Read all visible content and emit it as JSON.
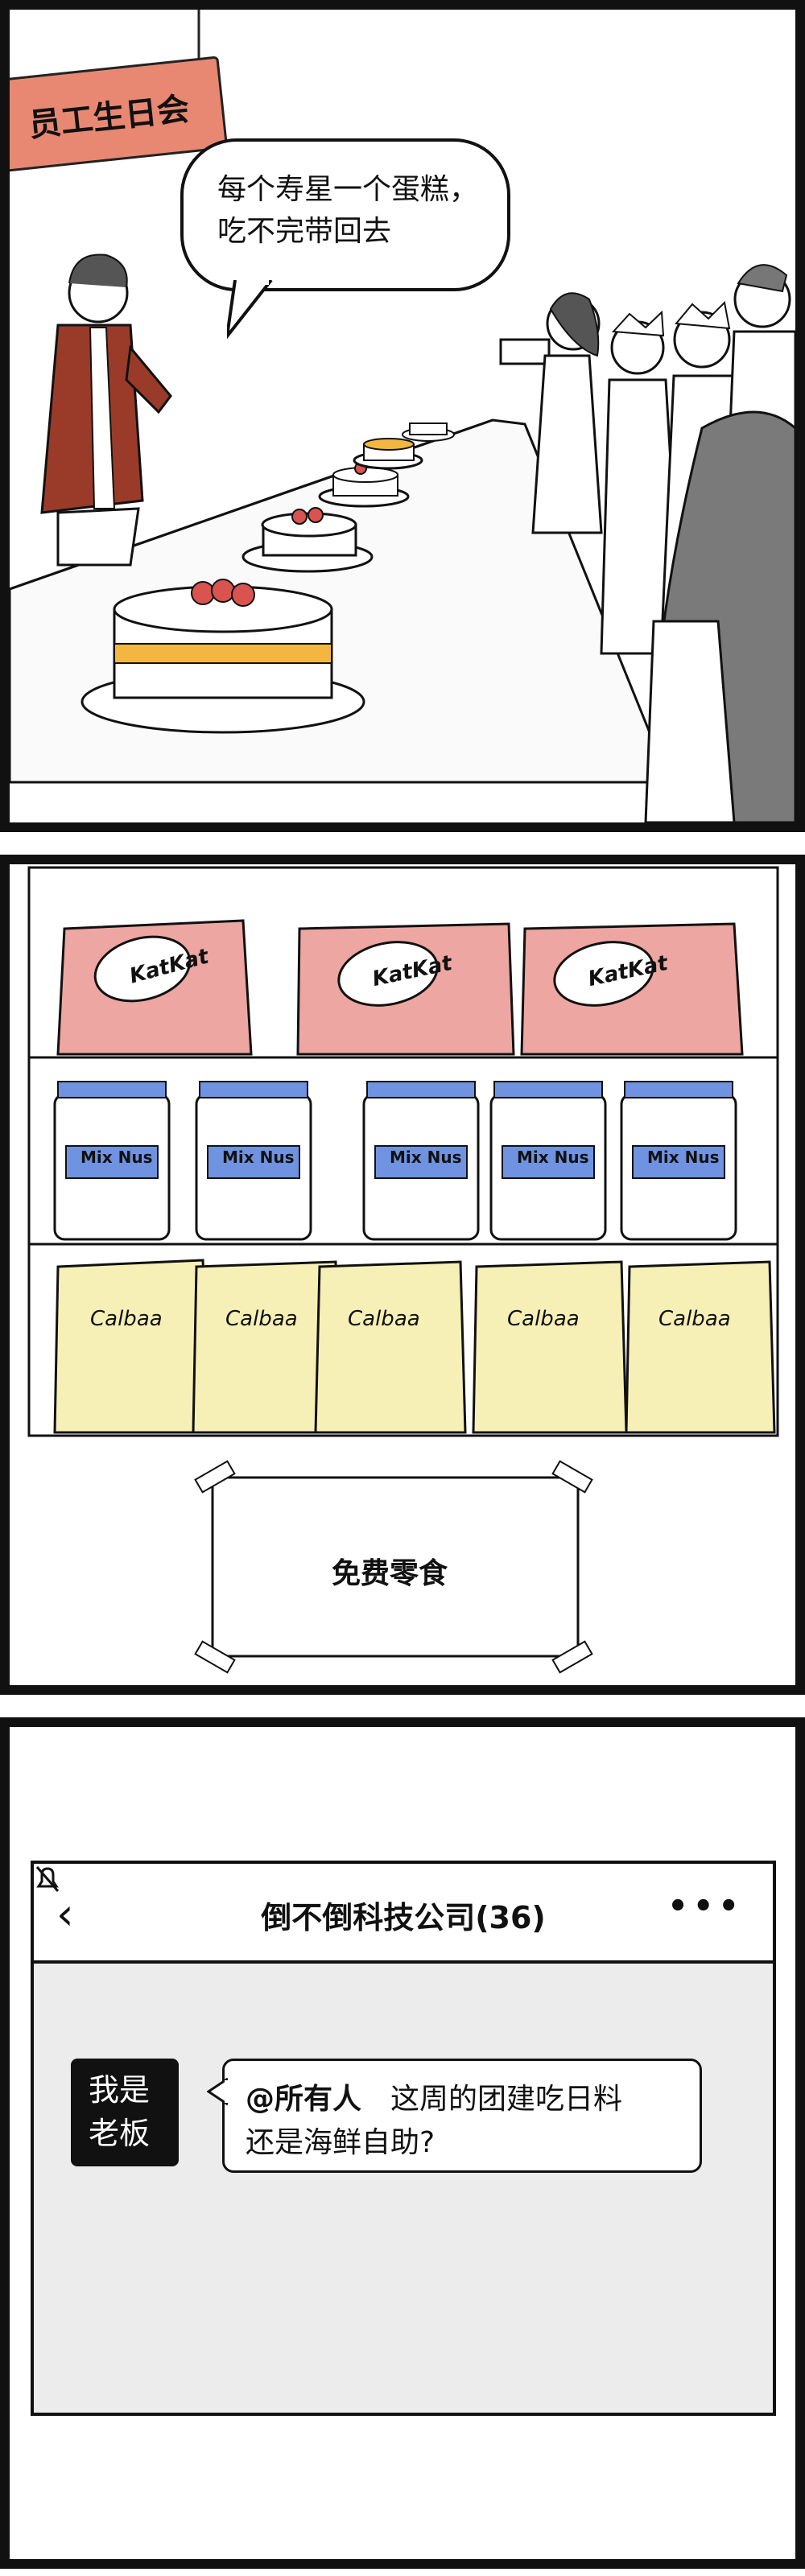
{
  "panel1": {
    "banner_text": "员工生日会",
    "speech_text": "每个寿星一个蛋糕，吃不完带回去",
    "colors": {
      "banner": "#e88872",
      "cake_strawberry": "#d9534f",
      "cake_filling": "#f3b640",
      "jacket": "#9a3b2a"
    }
  },
  "panel2": {
    "shelf_top": {
      "label": "KatKat",
      "count": 3,
      "color": "#eda6a1"
    },
    "shelf_middle": {
      "label": "Mix Nus",
      "count": 5,
      "color": "#6f93e0"
    },
    "shelf_bottom": {
      "label": "Calbaa",
      "count": 5,
      "color": "#f7f0b6"
    },
    "note_text": "免费零食"
  },
  "panel3": {
    "chat_title": "倒不倒科技公司(36)",
    "back_icon": "chevron-left-icon",
    "mute_icon": "bell-mute-icon",
    "more_icon": "more-icon",
    "avatar_text": "我是老板",
    "message": {
      "mention": "@所有人",
      "line1": "这周的团建吃日料",
      "line2": "还是海鲜自助?"
    }
  }
}
